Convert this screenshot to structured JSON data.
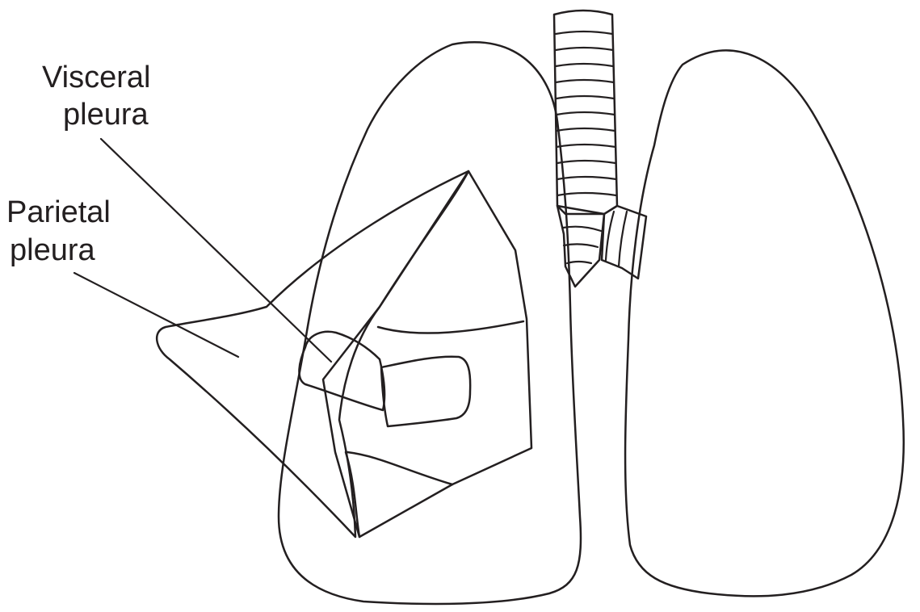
{
  "labels": {
    "visceral_line1": "Visceral",
    "visceral_line2": "pleura",
    "parietal_line1": "Parietal",
    "parietal_line2": "pleura"
  },
  "colors": {
    "lung_dark": "#c49ac2",
    "lung_light": "#f5ecf5",
    "pleura_dark": "#b886b6",
    "trachea_light": "#eef5fb",
    "trachea_dark": "#9ec3dc",
    "outline": "#231f20"
  }
}
